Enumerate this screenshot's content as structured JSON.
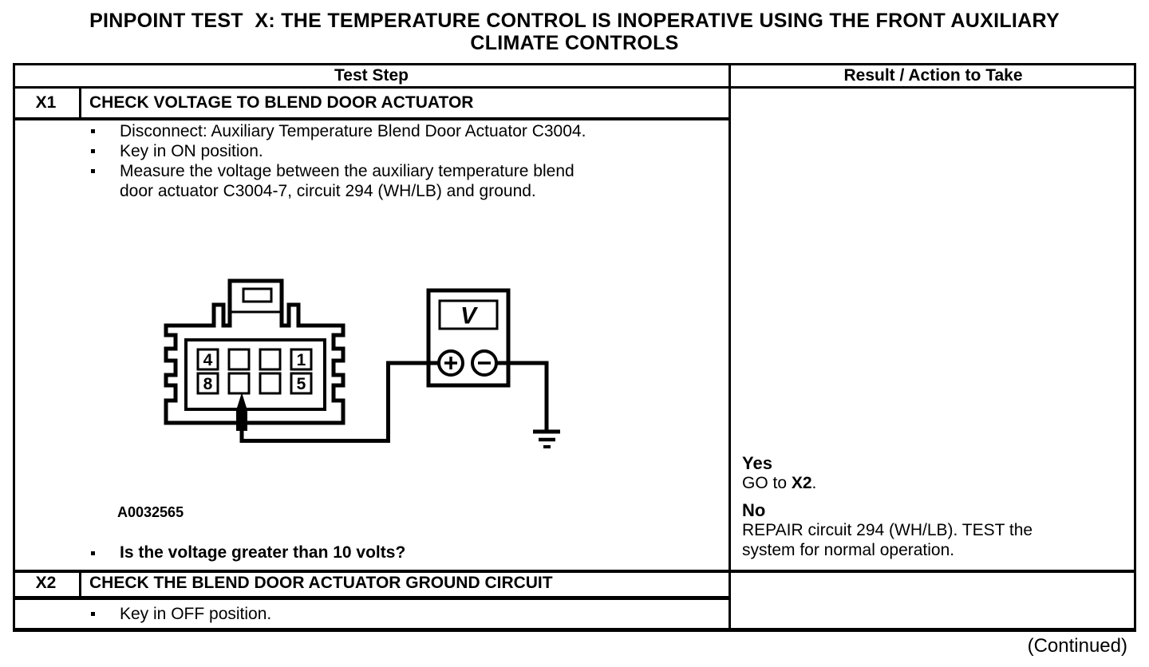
{
  "title": {
    "line1": "PINPOINT TEST  X: THE TEMPERATURE CONTROL IS INOPERATIVE USING THE FRONT AUXILIARY",
    "line2": "CLIMATE CONTROLS"
  },
  "table": {
    "header": {
      "test_step": "Test Step",
      "result": "Result / Action to Take"
    },
    "x1": {
      "id": "X1",
      "title": "CHECK VOLTAGE TO BLEND DOOR ACTUATOR",
      "bullet1": "Disconnect: Auxiliary Temperature Blend Door Actuator C3004.",
      "bullet2": "Key in ON position.",
      "bullet3_line1": "Measure the voltage between the auxiliary temperature blend",
      "bullet3_line2": "door actuator C3004-7, circuit 294 (WH/LB) and ground.",
      "figure_id": "A0032565",
      "question": "Is the voltage greater than 10 volts?",
      "result": {
        "yes_label": "Yes",
        "yes_action_prefix": "GO to ",
        "yes_action_target": "X2",
        "yes_action_suffix": ".",
        "no_label": "No",
        "no_action_line1": "REPAIR circuit 294 (WH/LB). TEST the",
        "no_action_line2": "system for normal operation."
      }
    },
    "x2": {
      "id": "X2",
      "title": "CHECK THE BLEND DOOR ACTUATOR GROUND CIRCUIT",
      "bullet1": "Key in OFF position."
    }
  },
  "diagram": {
    "pin_labels": [
      "4",
      "1",
      "8",
      "5"
    ],
    "meter_display": "V"
  },
  "footer": {
    "continued": "(Continued)"
  }
}
